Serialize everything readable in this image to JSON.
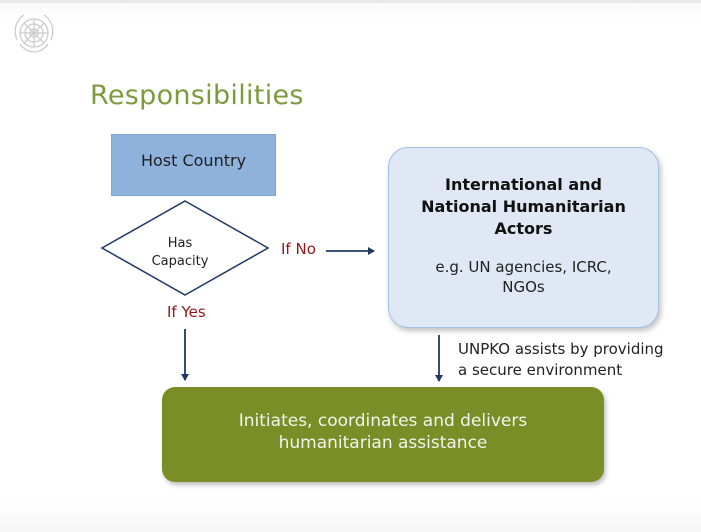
{
  "title": "Responsibilities",
  "host_country": "Host Country",
  "decision": {
    "label": "Has\nCapacity",
    "no_label": "If No",
    "yes_label": "If Yes"
  },
  "intl_actors": {
    "title": "International and\nNational Humanitarian\nActors",
    "subtitle": "e.g. UN agencies, ICRC,\nNGOs"
  },
  "unpko_note": "UNPKO assists by providing\na secure environment",
  "outcome": "Initiates, coordinates and delivers\nhumanitarian assistance",
  "colors": {
    "title": "#7f9a3e",
    "host_box": "#8eb2dc",
    "intl_box": "#dfe8f4",
    "outcome_box": "#7b8d27",
    "condition_text": "#8b1a1a",
    "arrow": "#1f3864"
  },
  "icons": {
    "logo": "un-emblem-icon"
  }
}
